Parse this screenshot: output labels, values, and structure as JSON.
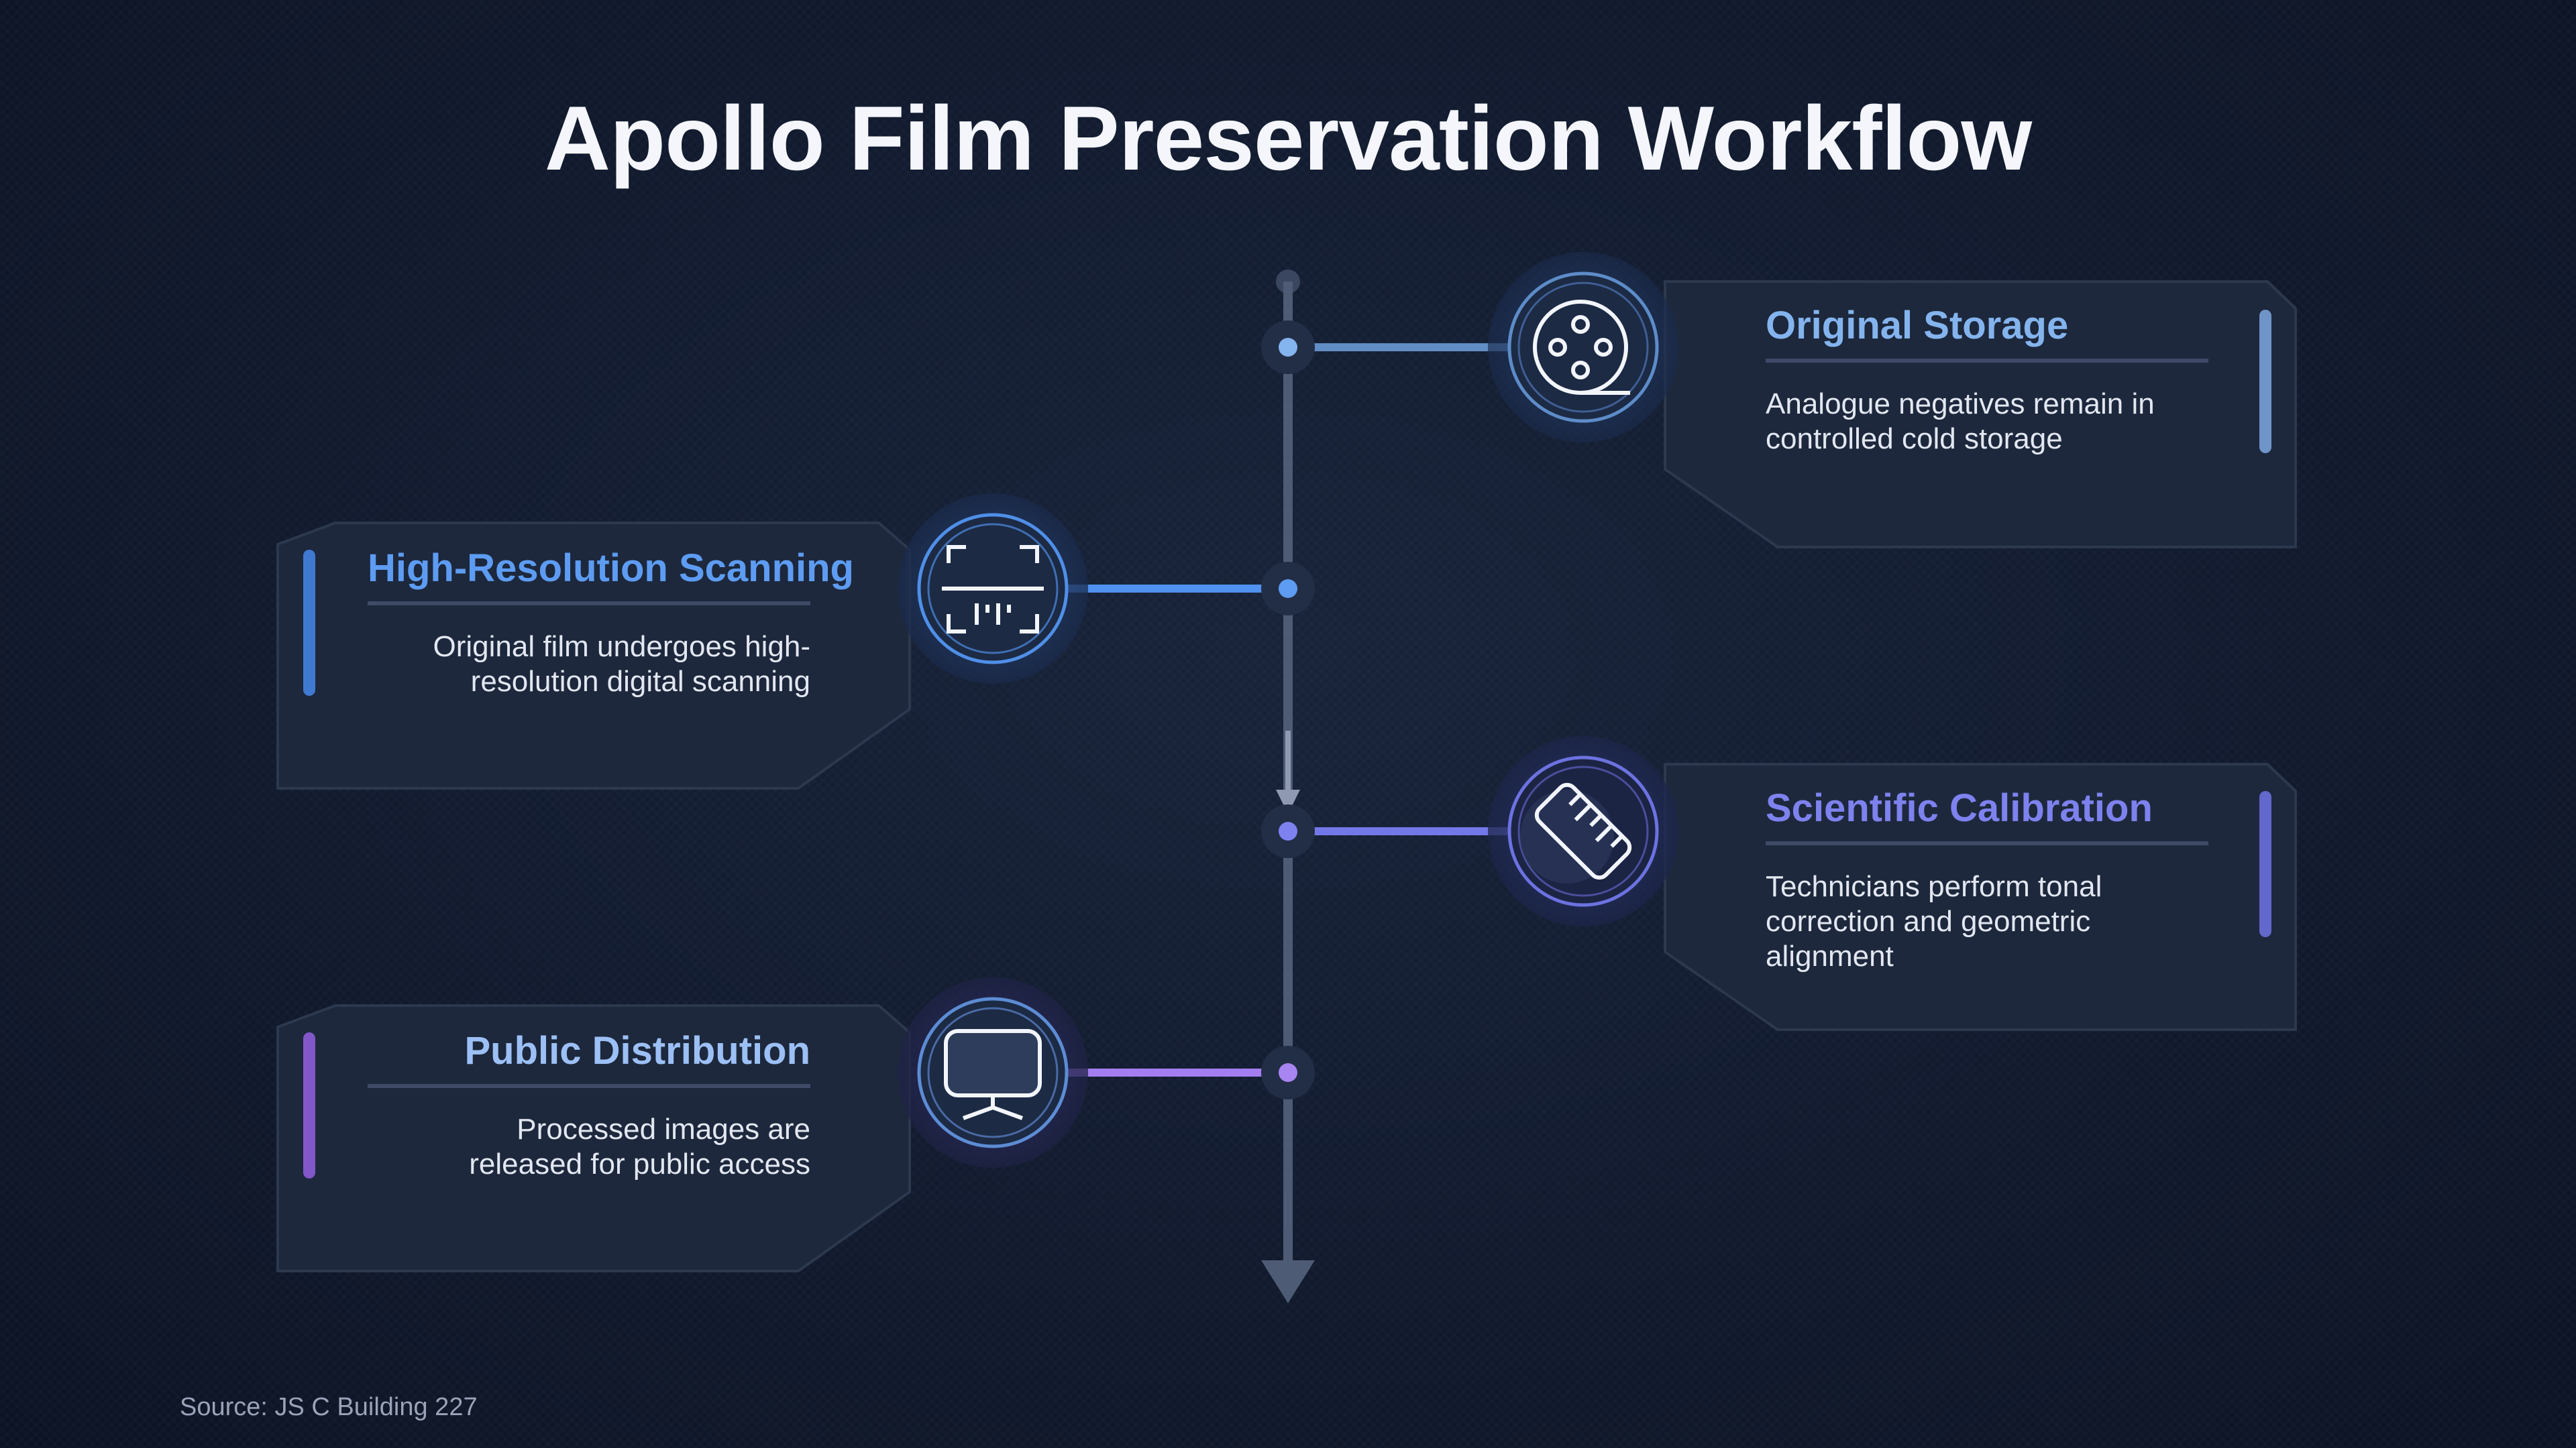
{
  "title": "Apollo Film Preservation Workflow",
  "source": "Source: JS C Building 227",
  "steps": [
    {
      "title": "Original Storage",
      "description": "Analogue negatives remain in controlled cold storage",
      "icon": "film-reel-icon",
      "color": "#84b4ee"
    },
    {
      "title": "High-Resolution Scanning",
      "description": "Original film undergoes high-resolution digital scanning",
      "icon": "scan-frame-icon",
      "color": "#5d9cf2"
    },
    {
      "title": "Scientific Calibration",
      "description": "Technicians perform tonal correction and geometric alignment",
      "icon": "ruler-icon",
      "color": "#7d82ee"
    },
    {
      "title": "Public Distribution",
      "description": "Processed images are released for public access",
      "icon": "monitor-icon",
      "color": "#a885f0"
    }
  ]
}
